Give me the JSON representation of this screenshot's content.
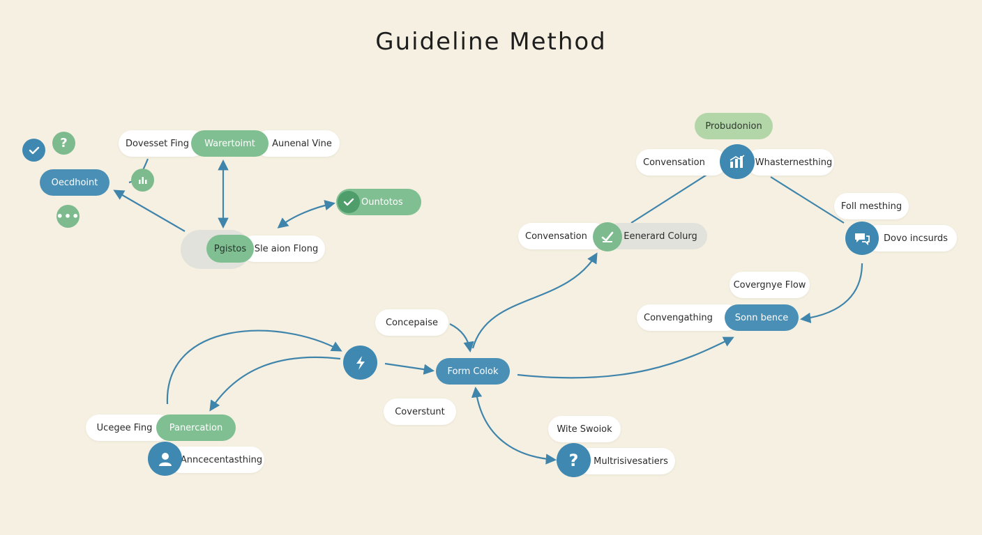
{
  "title": "Guideline Method",
  "colors": {
    "background": "#f5f0e1",
    "blue": "#4a8fb5",
    "green": "#80bf92",
    "arrow": "#3f84ab"
  },
  "nodes": {
    "doveset_fing": "Dovesset Fing",
    "warertoimt": "Warertoimt",
    "aunenal_vine": "Aunenal Vine",
    "oecdhoint": "Oecdhoint",
    "ountotos": "Ountotos",
    "pgistos": "Pgistos",
    "sle_aion_flong": "Sle aion Flong",
    "probudonion": "Probudonion",
    "convensation_top": "Convensation",
    "wharternething": "Whasternesthing",
    "foll_mesthing": "Foll mesthing",
    "convensation_mid": "Convensation",
    "eenerard_colurg": "Eenerard Colurg",
    "dovo_incsurds": "Dovo incsurds",
    "covergnye_flow": "Covergnye Flow",
    "converngathing": "Convengathing",
    "sonn_bence": "Sonn bence",
    "concepaise": "Concepaise",
    "form_colok": "Form Colok",
    "coverstunt": "Coverstunt",
    "ucegee_fing": "Ucegee Fing",
    "panercation": "Panercation",
    "annecentathing": "Anncecentasthing",
    "wite_swoiok": "Wite Swoiok",
    "multrisousetiers": "Multrisivesatiers"
  },
  "icons": {
    "check_top_left": "check-icon",
    "question_top_left": "question-icon",
    "bars_small": "bars-icon",
    "dots": "dots-icon",
    "ountotos_check": "check-icon",
    "chart": "chart-icon",
    "eenerard_check": "check-icon",
    "chat": "chat-icon",
    "lightning": "lightning-icon",
    "user": "user-icon",
    "question_bottom": "question-icon"
  }
}
